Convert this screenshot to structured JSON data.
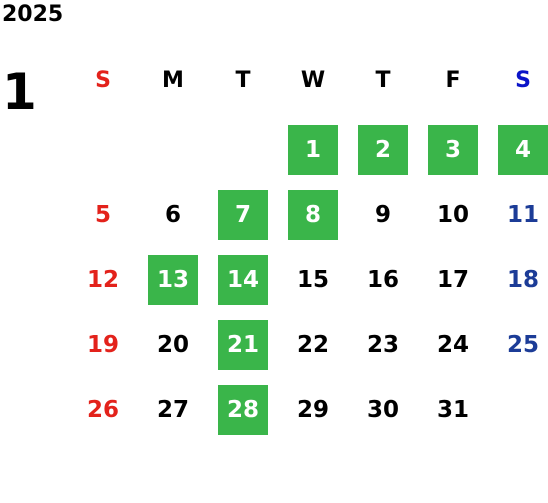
{
  "calendar": {
    "year": "2025",
    "month": "1",
    "weekdays": [
      "S",
      "M",
      "T",
      "W",
      "T",
      "F",
      "S"
    ],
    "highlight_color": "#3ab54a",
    "sunday_color": "#e3221b",
    "saturday_color": "#1c3c97",
    "weeks": [
      [
        null,
        null,
        null,
        "1",
        "2",
        "3",
        "4"
      ],
      [
        "5",
        "6",
        "7",
        "8",
        "9",
        "10",
        "11"
      ],
      [
        "12",
        "13",
        "14",
        "15",
        "16",
        "17",
        "18"
      ],
      [
        "19",
        "20",
        "21",
        "22",
        "23",
        "24",
        "25"
      ],
      [
        "26",
        "27",
        "28",
        "29",
        "30",
        "31",
        null
      ]
    ],
    "highlighted_days": [
      "1",
      "2",
      "3",
      "4",
      "7",
      "8",
      "13",
      "14",
      "21",
      "28"
    ]
  }
}
